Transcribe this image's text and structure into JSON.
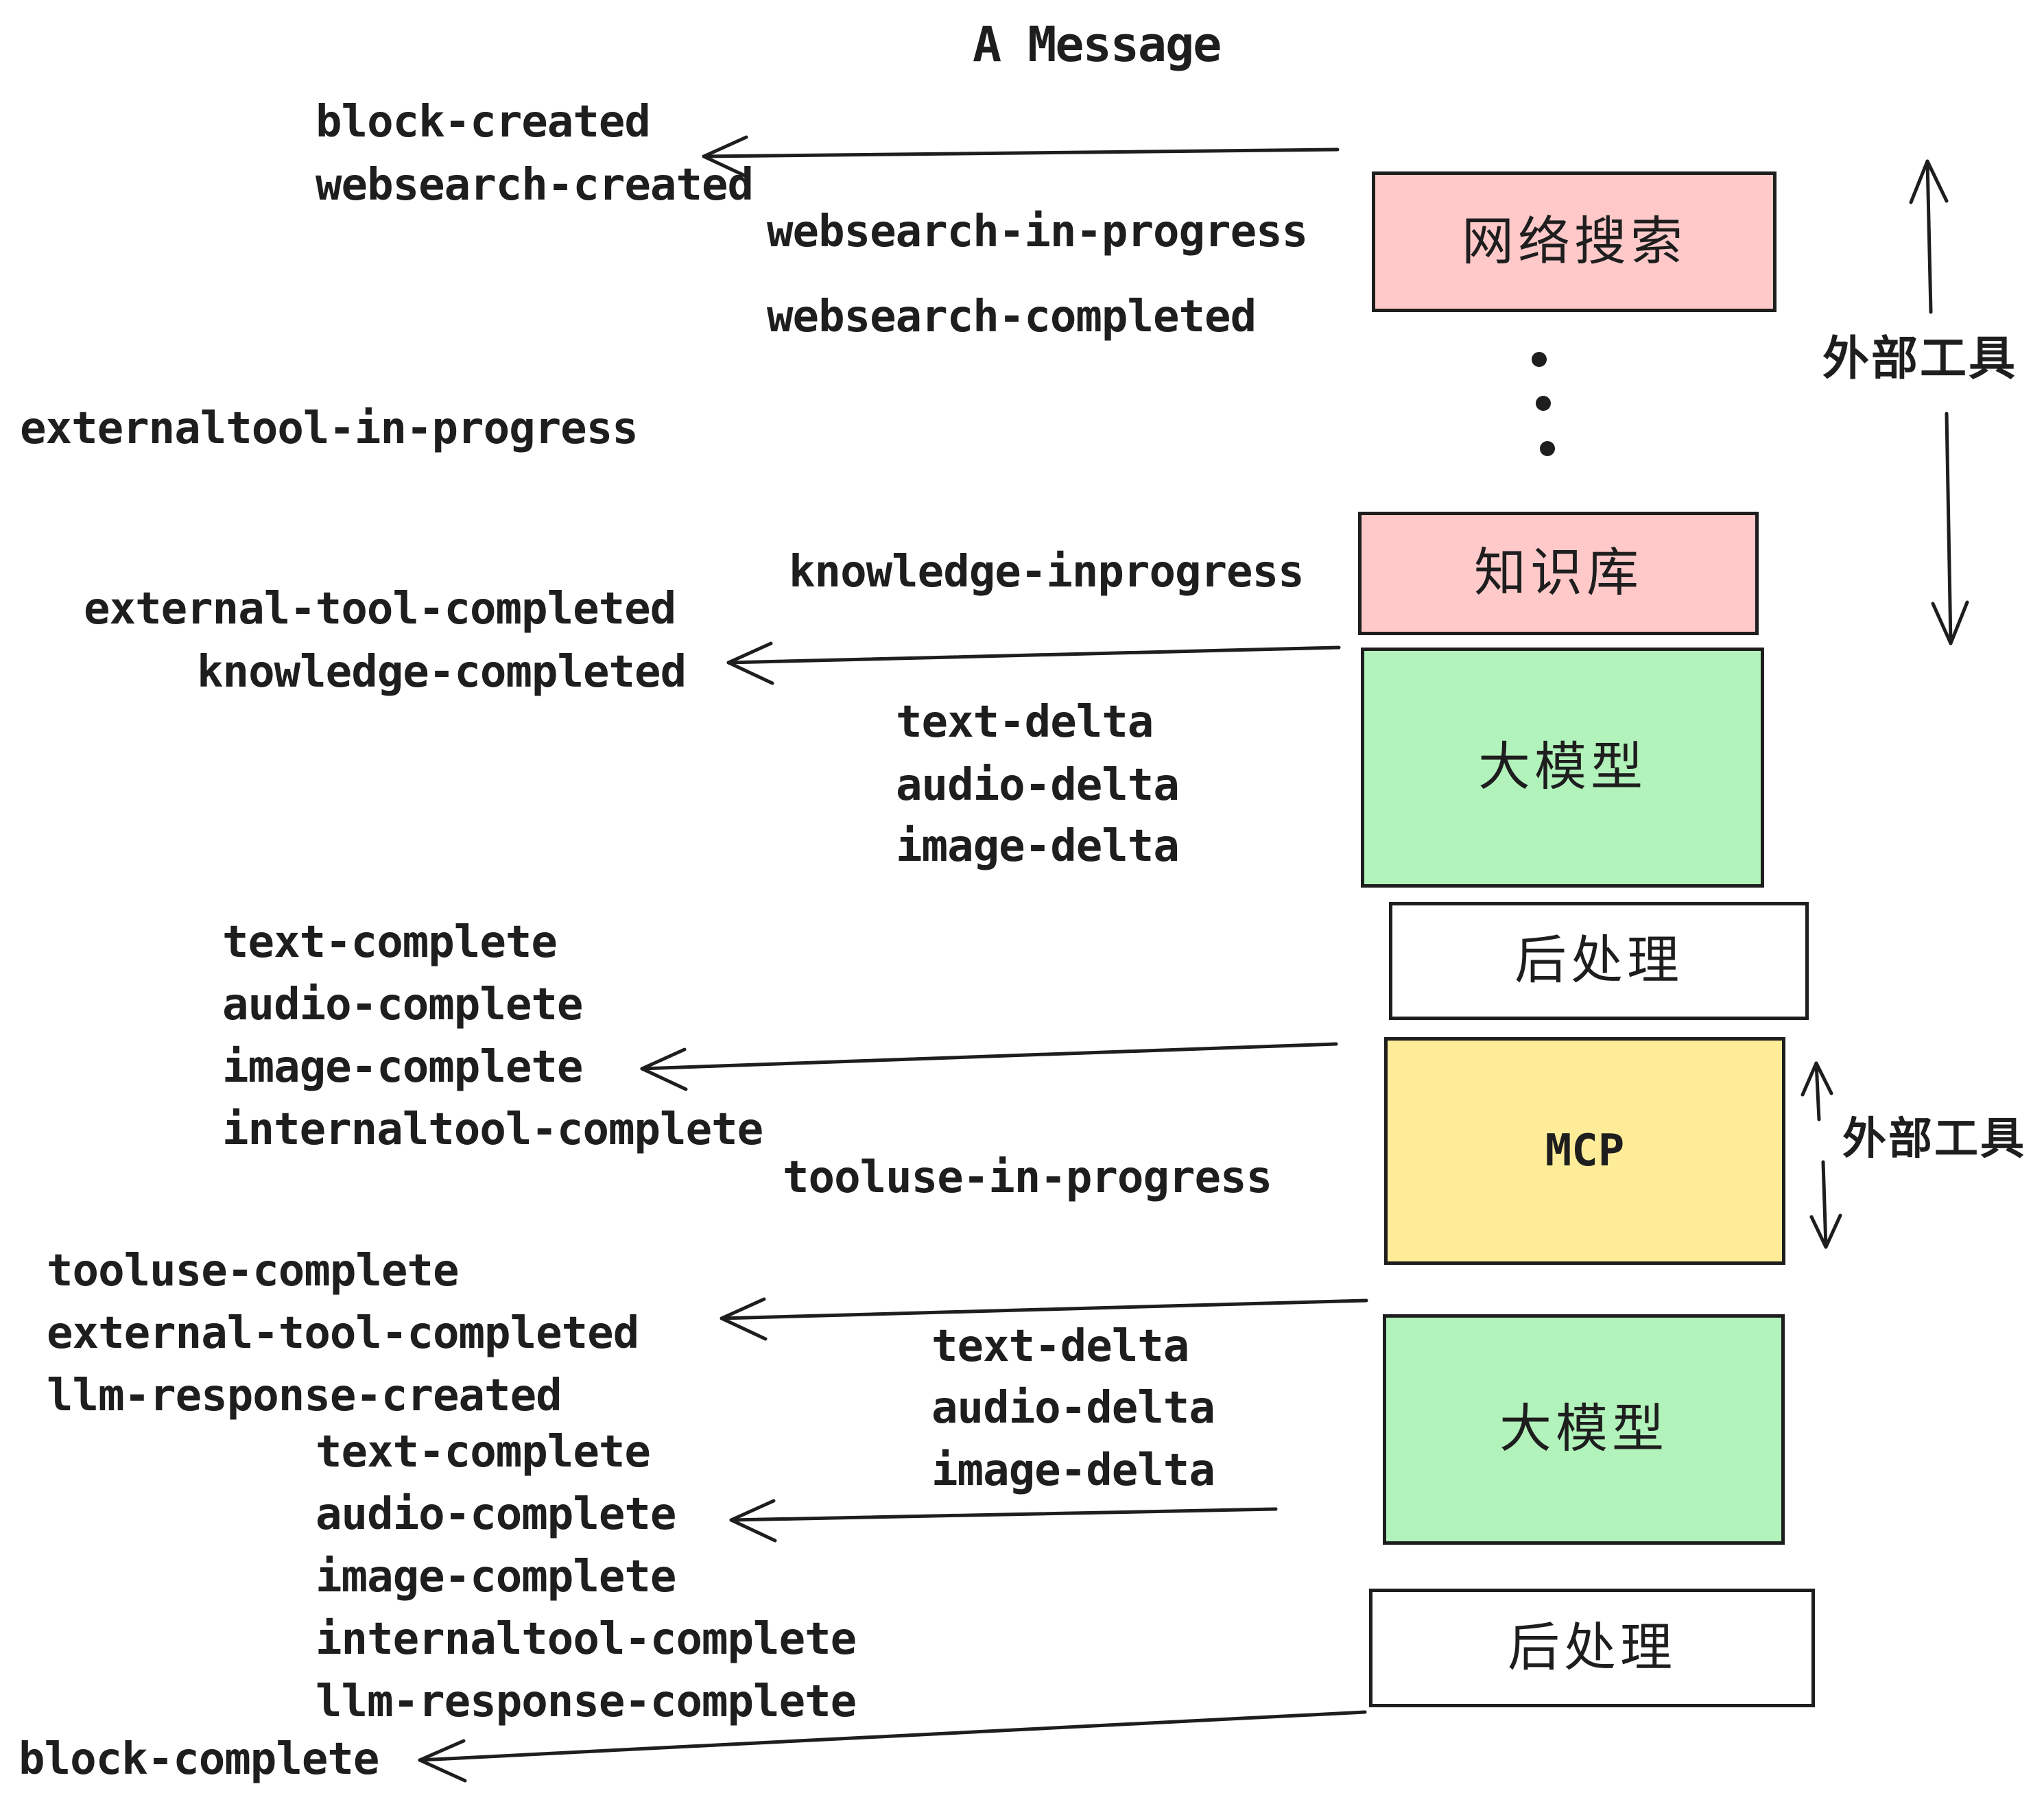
{
  "title": "A Message",
  "events": {
    "block_created": "block-created",
    "websearch_created": "websearch-created",
    "websearch_in_progress": "websearch-in-progress",
    "websearch_completed": "websearch-completed",
    "externaltool_in_progress": "externaltool-in-progress",
    "knowledge_inprogress": "knowledge-inprogress",
    "external_tool_completed_1": "external-tool-completed",
    "knowledge_completed": "knowledge-completed",
    "text_delta_1": "text-delta",
    "audio_delta_1": "audio-delta",
    "image_delta_1": "image-delta",
    "text_complete_1": "text-complete",
    "audio_complete_1": "audio-complete",
    "image_complete_1": "image-complete",
    "internaltool_complete_1": "internaltool-complete",
    "tooluse_in_progress": "tooluse-in-progress",
    "tooluse_complete": "tooluse-complete",
    "external_tool_completed_2": "external-tool-completed",
    "llm_response_created": "llm-response-created",
    "text_complete_2": "text-complete",
    "audio_complete_2": "audio-complete",
    "image_complete_2": "image-complete",
    "internaltool_complete_2": "internaltool-complete",
    "llm_response_complete": "llm-response-complete",
    "text_delta_2": "text-delta",
    "audio_delta_2": "audio-delta",
    "image_delta_2": "image-delta",
    "block_complete": "block-complete"
  },
  "boxes": {
    "websearch": {
      "label": "网络搜索",
      "fill": "#ffc9c9"
    },
    "knowledge": {
      "label": "知识库",
      "fill": "#ffc9c9"
    },
    "llm1": {
      "label": "大模型",
      "fill": "#b2f2bb"
    },
    "post1": {
      "label": "后处理",
      "fill": "#ffffff"
    },
    "mcp": {
      "label": "MCP",
      "fill": "#ffec99"
    },
    "llm2": {
      "label": "大模型",
      "fill": "#b2f2bb"
    },
    "post2": {
      "label": "后处理",
      "fill": "#ffffff"
    }
  },
  "side_labels": {
    "external_tools_1": "外部工具",
    "external_tools_2": "外部工具"
  },
  "colors": {
    "ink": "#1e1e1e",
    "pink": "#ffc9c9",
    "green": "#b2f2bb",
    "yellow": "#ffec99",
    "white": "#ffffff"
  }
}
